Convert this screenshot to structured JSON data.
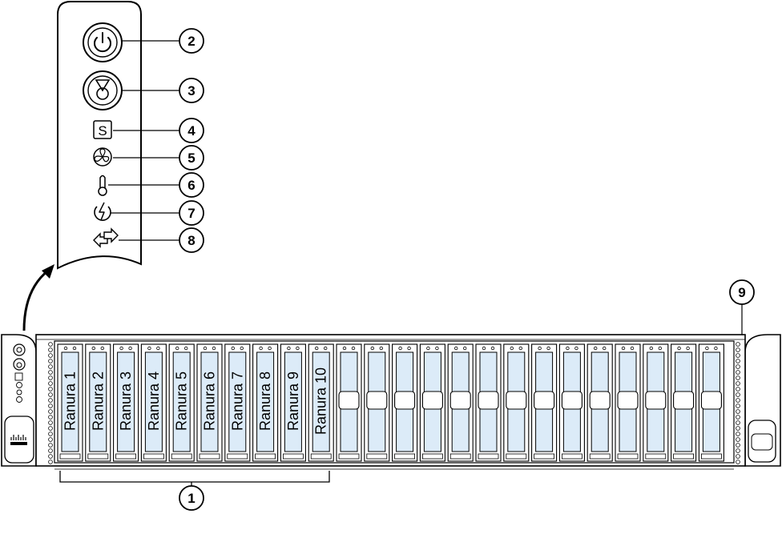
{
  "callouts": {
    "c1": "1",
    "c2": "2",
    "c3": "3",
    "c4": "4",
    "c5": "5",
    "c6": "6",
    "c7": "7",
    "c8": "8",
    "c9": "9"
  },
  "panel_icons": [
    {
      "name": "power-button-icon"
    },
    {
      "name": "unit-identification-button-icon"
    },
    {
      "name": "system-status-icon"
    },
    {
      "name": "fan-status-icon"
    },
    {
      "name": "temperature-status-icon"
    },
    {
      "name": "power-supply-status-icon"
    },
    {
      "name": "network-link-activity-icon"
    }
  ],
  "drive_slots": [
    {
      "label": "Ranura 1"
    },
    {
      "label": "Ranura 2"
    },
    {
      "label": "Ranura 3"
    },
    {
      "label": "Ranura 4"
    },
    {
      "label": "Ranura 5"
    },
    {
      "label": "Ranura 6"
    },
    {
      "label": "Ranura 7"
    },
    {
      "label": "Ranura 8"
    },
    {
      "label": "Ranura 9"
    },
    {
      "label": "Ranura 10"
    },
    {
      "label": ""
    },
    {
      "label": ""
    },
    {
      "label": ""
    },
    {
      "label": ""
    },
    {
      "label": ""
    },
    {
      "label": ""
    },
    {
      "label": ""
    },
    {
      "label": ""
    },
    {
      "label": ""
    },
    {
      "label": ""
    },
    {
      "label": ""
    },
    {
      "label": ""
    },
    {
      "label": ""
    },
    {
      "label": ""
    }
  ],
  "colors": {
    "line": "#000000",
    "drive_fill": "#dcebf8",
    "chassis": "#ffffff"
  }
}
